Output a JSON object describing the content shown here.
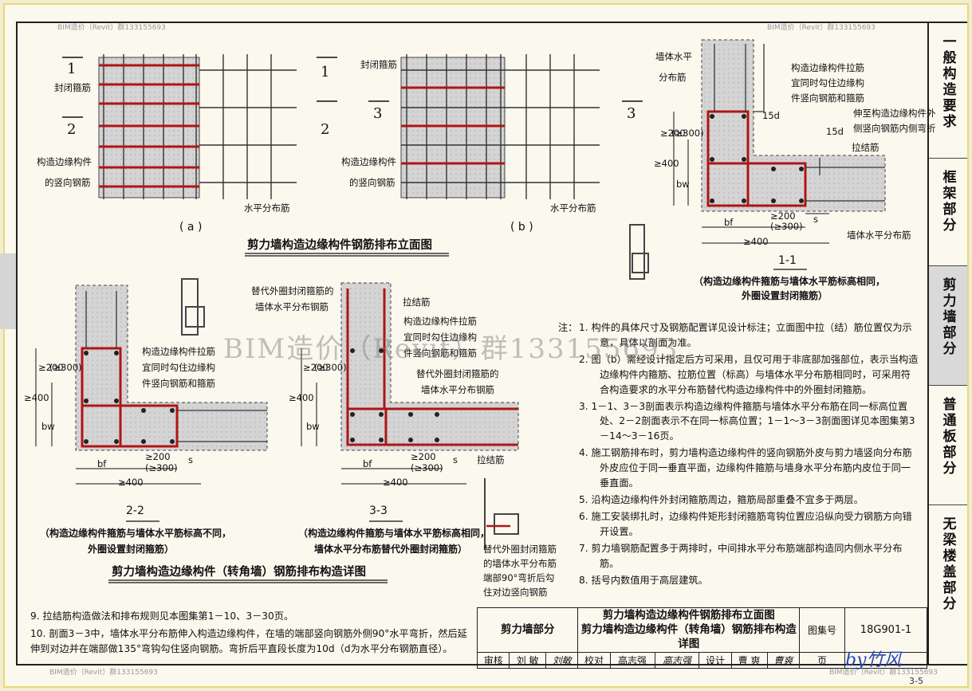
{
  "watermarks": {
    "top_left": "BIM造价（Revit）群133155693",
    "top_right": "BIM造价（Revit）群133155693",
    "center": "BIM造价（Revit）群133155693",
    "bottom_left": "BIM造价（Revit）群133155693",
    "bottom_right": "BIM造价（Revit）群133155693"
  },
  "side_tabs": [
    {
      "label": "一般构造要求",
      "active": false
    },
    {
      "label": "框架部分",
      "active": false
    },
    {
      "label": "剪力墙部分",
      "active": true
    },
    {
      "label": "普通板部分",
      "active": false
    },
    {
      "label": "无梁楼盖部分",
      "active": false
    }
  ],
  "elevation": {
    "a": {
      "sec1_num": "1",
      "sec2_num": "2",
      "label_closed_stirrup": "封闭箍筋",
      "label_vertical_1": "构造边缘构件",
      "label_vertical_2": "的竖向钢筋",
      "label_horizontal": "水平分布筋",
      "caption": "( a )"
    },
    "b": {
      "sec1_num": "1",
      "sec2_num": "2",
      "sec3_num": "3",
      "sec3b_num": "3",
      "label_closed_stirrup": "封闭箍筋",
      "label_vertical_1": "构造边缘构件",
      "label_vertical_2": "的竖向钢筋",
      "label_horizontal": "水平分布筋",
      "caption": "( b )"
    },
    "title": "剪力墙构造边缘构件钢筋排布立面图"
  },
  "section11": {
    "wall_h_1": "墙体水平",
    "wall_h_2": "分布筋",
    "tie_1": "构造边缘构件拉筋",
    "tie_2": "宜同时勾住边缘构",
    "tie_3": "件竖向钢筋和箍筋",
    "ext_1": "伸至构造边缘构件外",
    "ext_2": "侧竖向钢筋内侧弯折",
    "tie_bar": "拉结筋",
    "wall_h_bottom": "墙体水平分布筋",
    "dim_15d_a": "15d",
    "dim_15d_b": "15d",
    "dim_200": "≥200",
    "dim_300": "(≥300)",
    "dim_400": "≥400",
    "dim_bw": "bw",
    "dim_bf": "bf",
    "dim_s": "s",
    "dim_200b": "≥200",
    "dim_300b": "(≥300)",
    "dim_400b": "≥400",
    "name": "1-1",
    "caption_1": "（构造边缘构件箍筋与墙体水平筋标高相同，",
    "caption_2": "外圈设置封闭箍筋）"
  },
  "section22": {
    "tie_1": "构造边缘构件拉筋",
    "tie_2": "宜同时勾住边缘构",
    "tie_3": "件竖向钢筋和箍筋",
    "dim_200": "≥200",
    "dim_300": "(≥300)",
    "dim_400": "≥400",
    "dim_bw": "bw",
    "dim_bf": "bf",
    "dim_s": "s",
    "dim_200b": "≥200",
    "dim_300b": "(≥300)",
    "dim_400b": "≥400",
    "name": "2-2",
    "caption_1": "（构造边缘构件箍筋与墙体水平筋标高不同，",
    "caption_2": "外圈设置封闭箍筋）"
  },
  "section33": {
    "replace_1": "替代外圈封闭箍筋的",
    "replace_2": "墙体水平分布钢筋",
    "tie_bar": "拉结筋",
    "tie_1": "构造边缘构件拉筋",
    "tie_2": "宜同时勾住边缘构",
    "tie_3": "件竖向钢筋和箍筋",
    "replace_b1": "替代外圈封闭箍筋的",
    "replace_b2": "墙体水平分布钢筋",
    "tie_bar_b": "拉结筋",
    "dim_200": "≥200",
    "dim_300": "(≥300)",
    "dim_400": "≥400",
    "dim_bw": "bw",
    "dim_bf": "bf",
    "dim_s": "s",
    "dim_200b": "≥200",
    "dim_300b": "(≥300)",
    "dim_400b": "≥400",
    "name": "3-3",
    "caption_1": "（构造边缘构件箍筋与墙体水平筋标高相同，",
    "caption_2": "墙体水平分布筋替代外圈封闭箍筋）",
    "hook_1": "替代外圈封闭箍筋",
    "hook_2": "的墙体水平分布筋",
    "hook_3": "端部90°弯折后勾",
    "hook_4": "住对边竖向钢筋"
  },
  "detail_title": "剪力墙构造边缘构件（转角墙）钢筋排布构造详图",
  "notes_label": "注：",
  "notes": [
    "1.  构件的具体尺寸及钢筋配置详见设计标注；立面图中拉（结）筋位置仅为示意，具体以剖面为准。",
    "2.  图（b）需经设计指定后方可采用，且仅可用于非底部加强部位，表示当构造边缘构件内箍筋、拉筋位置（标高）与墙体水平分布筋相同时，可采用符合构造要求的水平分布筋替代构造边缘构件中的外圈封闭箍筋。",
    "3.  1－1、3－3剖面表示构造边缘构件箍筋与墙体水平分布筋在同一标高位置处、2－2剖面表示不在同一标高位置；1－1～3－3剖面图详见本图集第3－14～3－16页。",
    "4.  施工钢筋排布时，剪力墙构造边缘构件的竖向钢筋外皮与剪力墙竖向分布筋外皮应位于同一垂直平面，边缘构件箍筋与墙身水平分布筋内皮位于同一垂直面。",
    "5.  沿构造边缘构件外封闭箍筋周边，箍筋局部重叠不宜多于两层。",
    "6.  施工安装绑扎时，边缘构件矩形封闭箍筋弯钩位置应沿纵向受力钢筋方向错开设置。",
    "7.  剪力墙钢筋配置多于两排时，中间排水平分布筋端部构造同内侧水平分布筋。",
    "8.  括号内数值用于高层建筑。"
  ],
  "bottom_notes": [
    "9.  拉结筋构造做法和排布规则见本图集第1－10、3－30页。",
    "10.  剖面3－3中，墙体水平分布筋伸入构造边缘构件，在墙的端部竖向钢筋外侧90°水平弯折，然后延伸到对边并在端部做135°弯钩勾住竖向钢筋。弯折后平直段长度为10d（d为水平分布钢筋直径）。"
  ],
  "titleblock": {
    "section": "剪力墙部分",
    "title_1": "剪力墙构造边缘构件钢筋排布立面图",
    "title_2": "剪力墙构造边缘构件（转角墙）钢筋排布构造详图",
    "atlas_label": "图集号",
    "atlas_no": "18G901-1",
    "review_label": "审核",
    "review_name": "刘  敏",
    "review_sig": "刘敏",
    "check_label": "校对",
    "check_name": "高志强",
    "check_sig": "高志强",
    "design_label": "设计",
    "design_name": "曹  爽",
    "design_sig": "曹爽",
    "page_label": "页"
  },
  "signature": "by竹风",
  "page_number": "3-5",
  "colors": {
    "rebar": "#b01515",
    "concrete": "#d7d7d7",
    "grid": "#333333"
  }
}
